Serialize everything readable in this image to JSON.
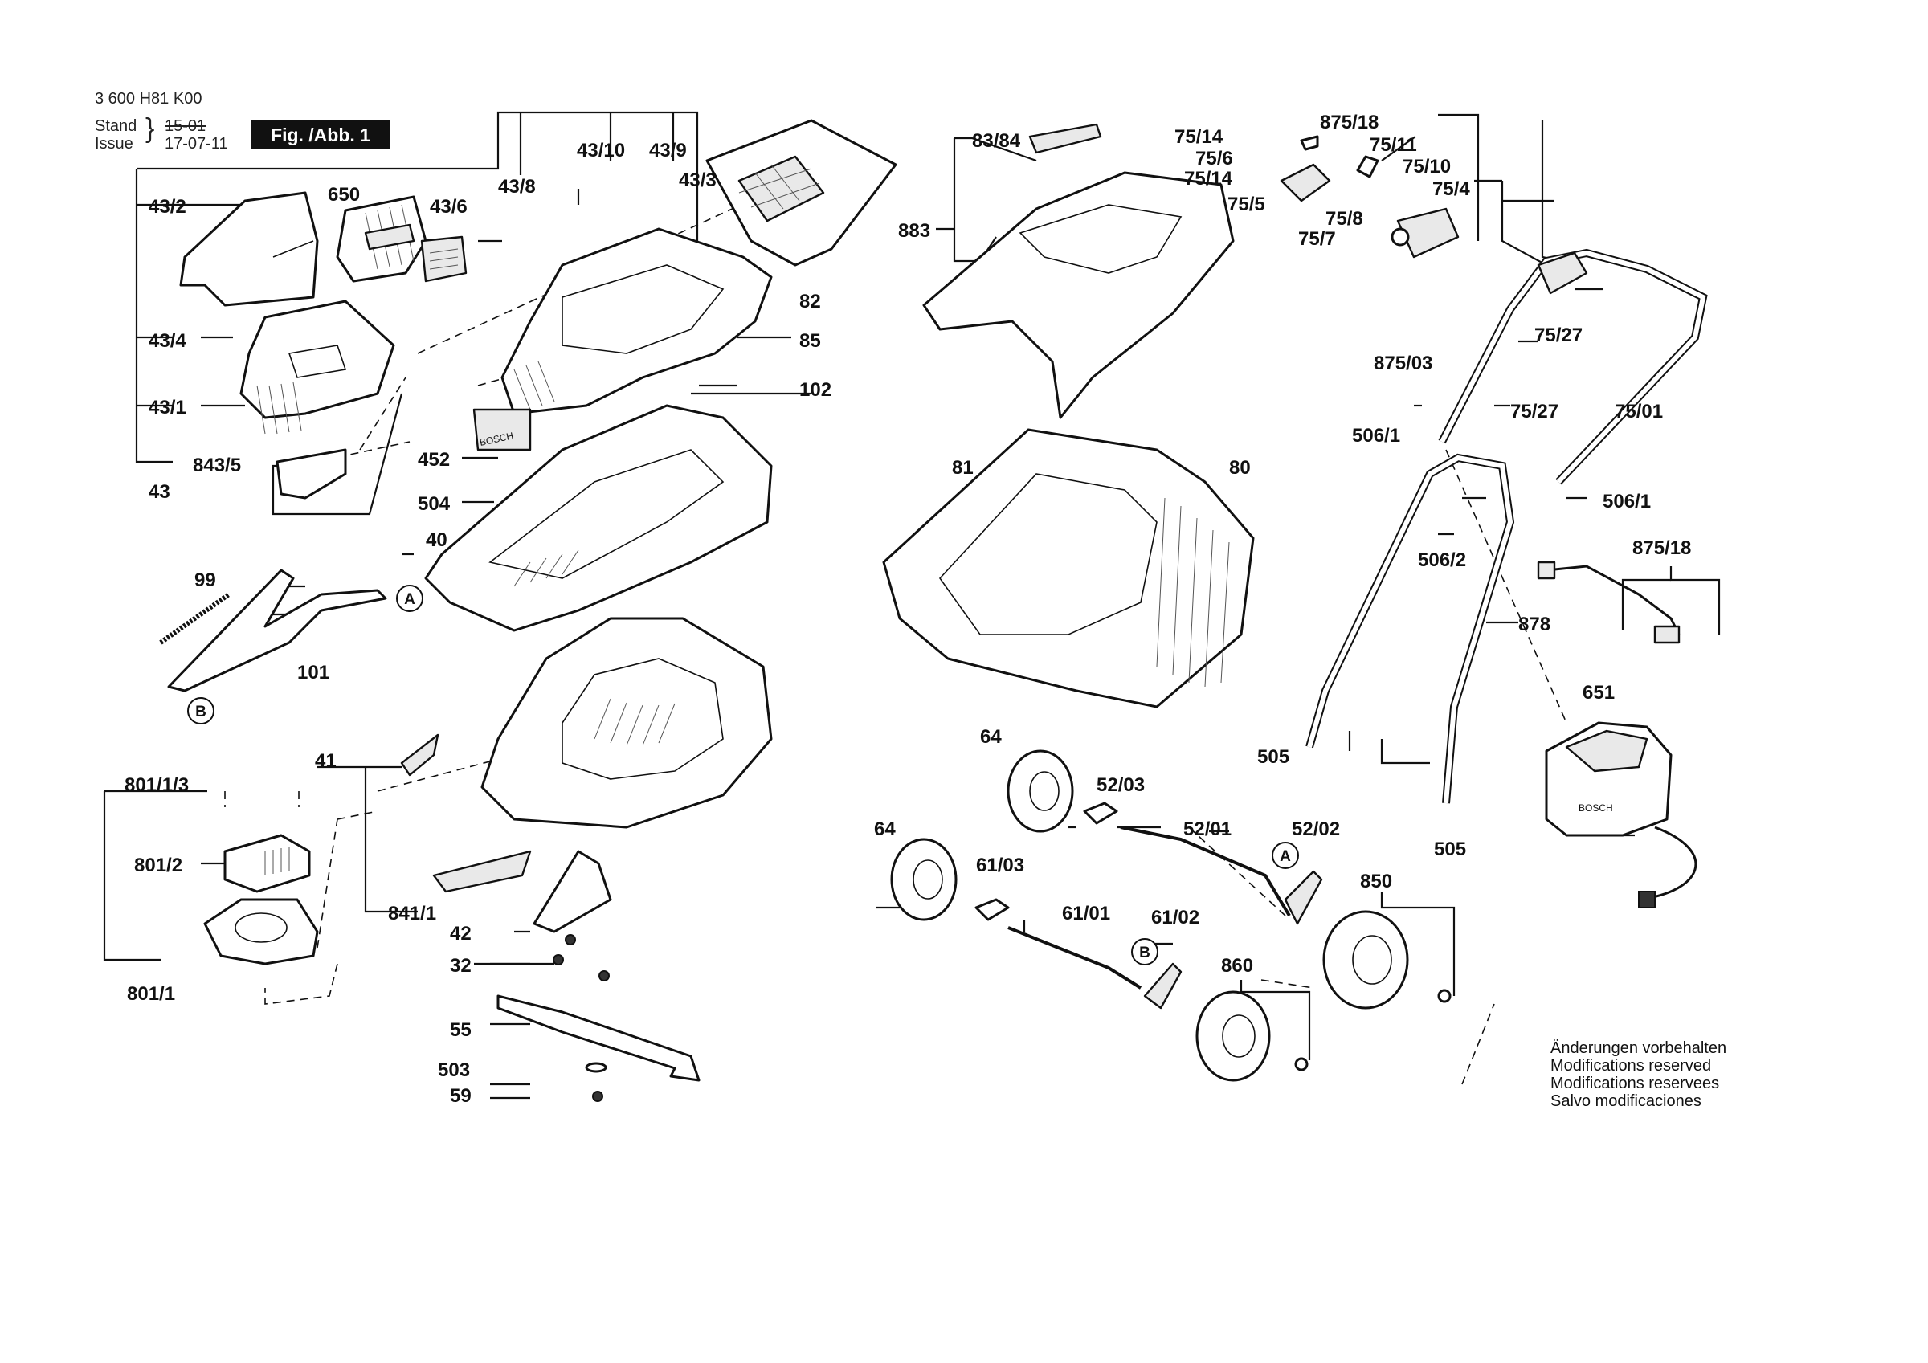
{
  "header": {
    "doc_number": "3 600 H81 K00",
    "stand_label": "Stand",
    "stand_value": "15-01",
    "issue_label": "Issue",
    "issue_value": "17-07-11",
    "figure_title": "Fig. /Abb. 1"
  },
  "footer_note": {
    "line1": "Änderungen vorbehalten",
    "line2": "Modifications reserved",
    "line3": "Modifications reservees",
    "line4": "Salvo modificaciones"
  },
  "labels": {
    "p43_2": "43/2",
    "p650": "650",
    "p43_6": "43/6",
    "p43_8": "43/8",
    "p43_10": "43/10",
    "p43_9": "43/9",
    "p43_3": "43/3",
    "p82": "82",
    "p85": "85",
    "p102": "102",
    "p43_4": "43/4",
    "p43_1": "43/1",
    "p843_5": "843/5",
    "p43": "43",
    "p452": "452",
    "p504": "504",
    "p40": "40",
    "p99": "99",
    "p101": "101",
    "p41": "41",
    "p801_1_3": "801/1/3",
    "p801_2": "801/2",
    "p801_1": "801/1",
    "p841_1": "841/1",
    "p42": "42",
    "p32": "32",
    "p55": "55",
    "p503": "503",
    "p59": "59",
    "p83_84": "83/84",
    "p883": "883",
    "p81": "81",
    "p80": "80",
    "p75_14a": "75/14",
    "p75_6": "75/6",
    "p75_14b": "75/14",
    "p75_5": "75/5",
    "p875_18a": "875/18",
    "p75_11": "75/11",
    "p75_10": "75/10",
    "p75_4": "75/4",
    "p75_8": "75/8",
    "p75_7": "75/7",
    "p75_27a": "75/27",
    "p875_03": "875/03",
    "p75_27b": "75/27",
    "p75_01": "75/01",
    "p506_1a": "506/1",
    "p506_1b": "506/1",
    "p506_2": "506/2",
    "p875_18b": "875/18",
    "p878": "878",
    "p651": "651",
    "p505a": "505",
    "p505b": "505",
    "p64a": "64",
    "p52_03": "52/03",
    "p52_01": "52/01",
    "p52_02": "52/02",
    "p64b": "64",
    "p61_03": "61/03",
    "p61_01": "61/01",
    "p61_02": "61/02",
    "p850": "850",
    "p860": "860"
  },
  "callouts": {
    "a1": "A",
    "b1": "B",
    "a2": "A",
    "b2": "B"
  },
  "brand_marks": {
    "charger_logo": "BOSCH",
    "battery_logo": "BOSCH"
  }
}
